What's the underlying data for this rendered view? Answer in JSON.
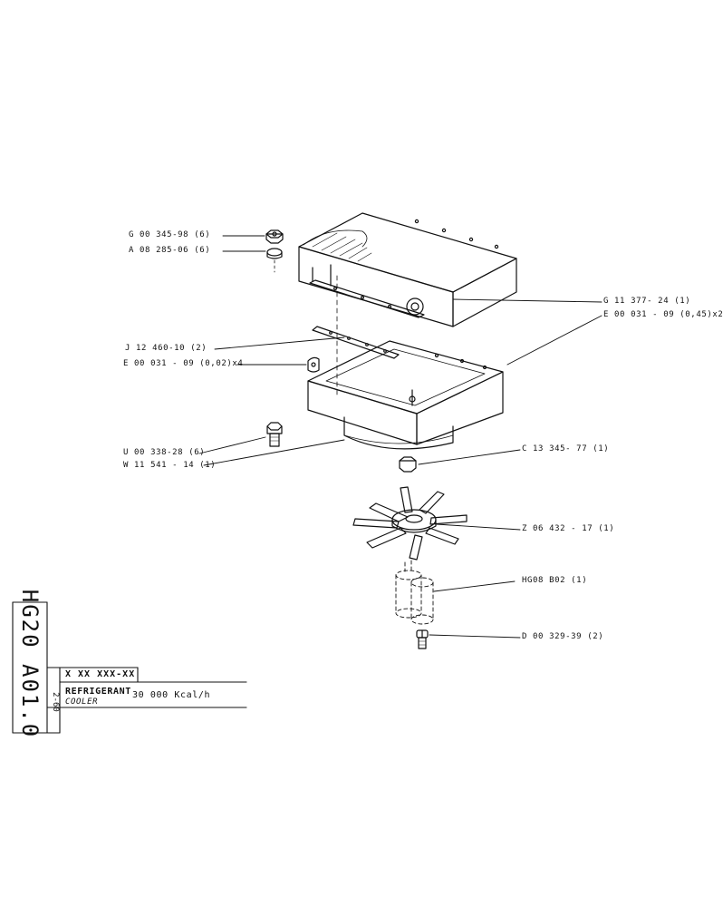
{
  "document": {
    "side_code": "HG20 A01.0",
    "page_ref": "2-60",
    "code_box": "X XX XXX-XX",
    "title_fr": "REFRIGERANT",
    "title_en": "COOLER",
    "capacity": "30 000 Kcal/h"
  },
  "callouts": [
    {
      "id": "c1",
      "text": "G 00 345-98 (6)"
    },
    {
      "id": "c2",
      "text": "A 08 285-06 (6)"
    },
    {
      "id": "c3",
      "text": "G 11 377- 24 (1)"
    },
    {
      "id": "c4",
      "text": "E 00 031 - 09 (0,45)x2"
    },
    {
      "id": "c5",
      "text": "J 12 460-10 (2)"
    },
    {
      "id": "c6",
      "text": "E 00 031 - 09 (0,02)x4"
    },
    {
      "id": "c7",
      "text": "U 00 338-28 (6)"
    },
    {
      "id": "c8",
      "text": "W 11 541 - 14 (1)"
    },
    {
      "id": "c9",
      "text": "C 13 345- 77 (1)"
    },
    {
      "id": "c10",
      "text": "Z 06 432 - 17 (1)"
    },
    {
      "id": "c11",
      "text": "HG08 B02 (1)"
    },
    {
      "id": "c12",
      "text": "D 00 329-39 (2)"
    }
  ]
}
